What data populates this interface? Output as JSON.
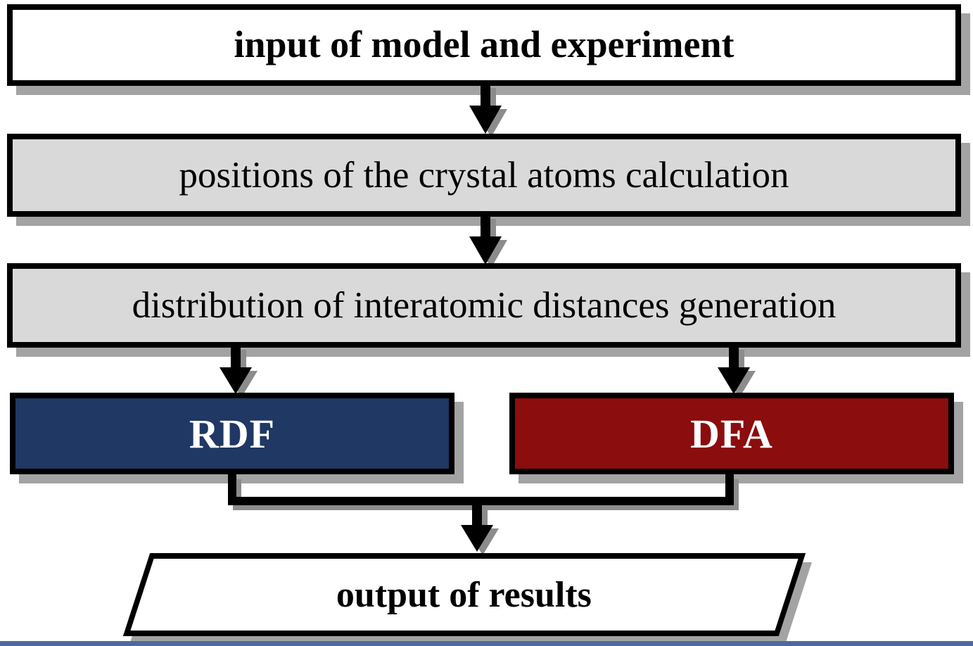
{
  "diagram": {
    "type": "flowchart",
    "nodes": {
      "input": {
        "label": "input of model and experiment"
      },
      "positions": {
        "label": "positions of the crystal atoms calculation"
      },
      "distribution": {
        "label": "distribution of interatomic distances generation"
      },
      "rdf": {
        "label": "RDF",
        "color": "#1f3864"
      },
      "dfa": {
        "label": "DFA",
        "color": "#8b0d0d"
      },
      "output": {
        "label": "output of results"
      }
    },
    "edges": [
      {
        "from": "input",
        "to": "positions"
      },
      {
        "from": "positions",
        "to": "distribution"
      },
      {
        "from": "distribution",
        "to": "rdf"
      },
      {
        "from": "distribution",
        "to": "dfa"
      },
      {
        "from": "rdf",
        "to": "output"
      },
      {
        "from": "dfa",
        "to": "output"
      }
    ],
    "colors": {
      "white_box": "#ffffff",
      "gray_box": "#d9d9d9",
      "navy_box": "#1f3864",
      "red_box": "#8b0d0d",
      "border": "#000000",
      "box_shadow": "#a3a3a3",
      "arrow": "#000000",
      "arrow_shadow": "#8c8c8c",
      "bottom_strip": "#4d6b99",
      "background": "#ffffff"
    }
  }
}
